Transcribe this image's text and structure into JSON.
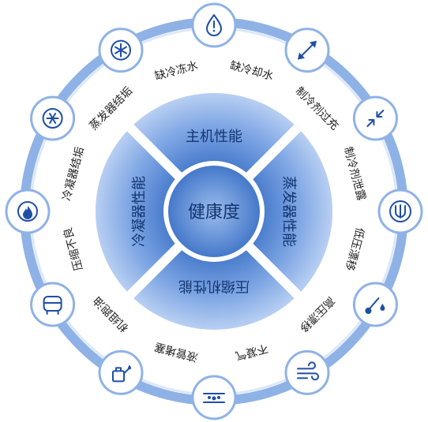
{
  "center": {
    "label": "健康度"
  },
  "quadrants": [
    {
      "id": "top",
      "label": "主机性能"
    },
    {
      "id": "right",
      "label": "蒸发器性能"
    },
    {
      "id": "bottom",
      "label": "压缩机性能"
    },
    {
      "id": "left",
      "label": "冷凝器性能"
    }
  ],
  "ring_labels": [
    {
      "label": "缺冷却水"
    },
    {
      "label": "制冷剂过充"
    },
    {
      "label": "制冷剂泄露"
    },
    {
      "label": "低压漂移"
    },
    {
      "label": "高压漂移"
    },
    {
      "label": "不凝气"
    },
    {
      "label": "液管堵塞"
    },
    {
      "label": "机组跑油"
    },
    {
      "label": "压缩不良"
    },
    {
      "label": "冷凝器结垢"
    },
    {
      "label": "蒸发器结垢"
    },
    {
      "label": "缺冷冻水"
    }
  ],
  "icons": [
    {
      "name": "water-drop-warning-icon"
    },
    {
      "name": "double-arrow-icon"
    },
    {
      "name": "inward-arrows-icon"
    },
    {
      "name": "pressure-drop-icon"
    },
    {
      "name": "thermometer-drop-icon"
    },
    {
      "name": "wind-icon"
    },
    {
      "name": "pipe-blockage-icon"
    },
    {
      "name": "oil-can-icon"
    },
    {
      "name": "compressor-icon"
    },
    {
      "name": "condenser-fire-icon"
    },
    {
      "name": "evaporator-fan-icon"
    },
    {
      "name": "snowflake-cooler-icon"
    }
  ],
  "colors": {
    "ring": "#8fb2e6",
    "quadrant_light": "#a9c4ee",
    "quadrant_dark": "#3f74c8",
    "center": "#5b8fd8",
    "icon": "#1f4fa5",
    "label_text": "#222222",
    "inner_text": "#13356f"
  }
}
